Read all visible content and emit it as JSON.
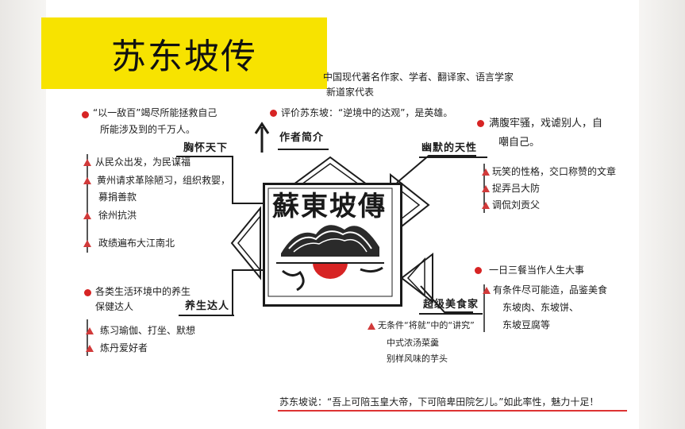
{
  "title": "苏东坡传",
  "center_title": "蘇東坡傳",
  "branches": {
    "intro": {
      "label": "作者简介",
      "items": [
        "中国现代著名作家、学者、翻译家、语言学家",
        "新道家代表",
        "评价苏东坡：“逆境中的达观”，是英雄。"
      ]
    },
    "humor": {
      "label": "幽默的天性",
      "lead": [
        "满腹牢骚，戏谑别人，自",
        "嘲自己。"
      ],
      "items": [
        "玩笑的性格，交口称赞的文章",
        "捉弄吕大防",
        "调侃刘贡父"
      ]
    },
    "concern": {
      "label": "胸怀天下",
      "lead": [
        "“以一敌百”竭尽所能拯救自己",
        "所能涉及到的千万人。"
      ],
      "items": [
        "从民众出发，为民谋福",
        "黄州请求革除陋习，组织救婴，",
        "募捐善款",
        "徐州抗洪",
        "政绩遍布大江南北"
      ]
    },
    "health": {
      "label": "养生达人",
      "lead": [
        "各类生活环境中的养生",
        "保健达人"
      ],
      "items": [
        "练习瑜伽、打坐、默想",
        "炼丹爱好者"
      ]
    },
    "food": {
      "label": "超级美食家",
      "lead": "一日三餐当作人生大事",
      "items": [
        [
          "有条件尽可能造，品鉴美食",
          "东坡肉、东坡饼、",
          "东坡豆腐等"
        ],
        [
          "无条件“将就”中的“讲究”",
          "中式浓汤菜羹",
          "别样风味的芋头"
        ]
      ]
    }
  },
  "quote": "苏东坡说：“吾上可陪玉皇大帝，下可陪卑田院乞儿。”如此率性，魅力十足！",
  "colors": {
    "accent": "#d72424",
    "banner": "#f7e300",
    "ink": "#1c1c1c"
  }
}
